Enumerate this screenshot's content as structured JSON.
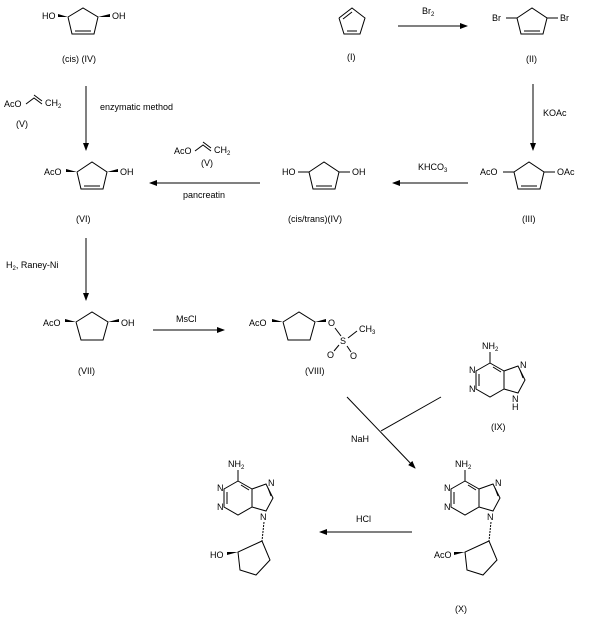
{
  "compounds": {
    "c1": {
      "label": "(I)"
    },
    "c2": {
      "label": "(II)",
      "sub1": "Br",
      "sub2": "Br"
    },
    "c3": {
      "label": "(III)",
      "sub1": "AcO",
      "sub2": "OAc"
    },
    "c4cis": {
      "label": "(cis) (IV)",
      "sub1": "HO",
      "sub2": "OH"
    },
    "c4ct": {
      "label": "(cis/trans)(IV)",
      "sub1": "HO",
      "sub2": "OH"
    },
    "c5a": {
      "label": "(V)",
      "acetyl": "AcO",
      "ch2": "CH",
      "ch2_sub": "2"
    },
    "c5b": {
      "label": "(V)",
      "acetyl": "AcO",
      "ch2": "CH",
      "ch2_sub": "2"
    },
    "c6": {
      "label": "(VI)",
      "sub1": "AcO",
      "sub2": "OH"
    },
    "c7": {
      "label": "(VII)",
      "sub1": "AcO",
      "sub2": "OH"
    },
    "c8": {
      "label": "(VIII)",
      "sub1": "AcO",
      "o": "O",
      "s": "S",
      "o2": "O",
      "o3": "O",
      "ch3": "CH",
      "ch3_sub": "3"
    },
    "c9": {
      "label": "(IX)",
      "nh2": "NH",
      "nh2_sub": "2",
      "n1": "N",
      "n3": "N",
      "n7": "N",
      "n9": "N",
      "h": "H"
    },
    "c10": {
      "label": "(X)",
      "nh2": "NH",
      "nh2_sub": "2",
      "n1": "N",
      "n3": "N",
      "n7": "N",
      "n9": "N",
      "aco": "AcO"
    },
    "product": {
      "nh2": "NH",
      "nh2_sub": "2",
      "n1": "N",
      "n3": "N",
      "n7": "N",
      "n9": "N",
      "ho": "HO"
    }
  },
  "reagents": {
    "br2": "Br",
    "br2_sub": "2",
    "koac": "KOAc",
    "khco3": "KHCO",
    "khco3_sub": "3",
    "pancreatin": "pancreatin",
    "enzymatic": "enzymatic method",
    "h2": "H",
    "h2_sub": "2",
    "raney": ", Raney-Ni",
    "mscl": "MsCl",
    "nah": "NaH",
    "hcl": "HCl"
  }
}
